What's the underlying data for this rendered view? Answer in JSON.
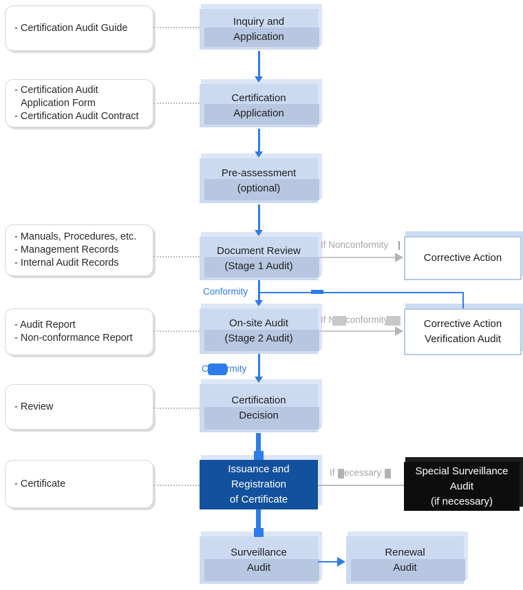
{
  "palette": {
    "accent_blue": "#2e7ceb",
    "flow_box_blue": "#ccdaf1",
    "flow_box_band": "#b8c7e1",
    "flow_box_back": "#dce6f6",
    "dark_blue": "#11519e",
    "black_box": "#0d0d0d",
    "branch_border_blue": "#b3cbe9",
    "gray_label": "#a6a6a6",
    "note_border": "#d7d7d7"
  },
  "notes": [
    {
      "lines": [
        "- Certification Audit Guide"
      ]
    },
    {
      "lines": [
        "- Certification Audit",
        "Application Form",
        "- Certification Audit Contract"
      ]
    },
    {
      "lines": [
        "- Manuals, Procedures, etc.",
        "- Management Records",
        "- Internal Audit Records"
      ]
    },
    {
      "lines": [
        "- Audit Report",
        "- Non-conformance Report"
      ]
    },
    {
      "lines": [
        "- Review"
      ]
    },
    {
      "lines": [
        "- Certificate"
      ]
    }
  ],
  "flow": [
    {
      "lines": [
        "Inquiry and",
        "Application"
      ]
    },
    {
      "lines": [
        "Certification",
        "Application"
      ]
    },
    {
      "lines": [
        "Pre-assessment",
        "(optional)"
      ]
    },
    {
      "lines": [
        "Document Review",
        "(Stage 1 Audit)"
      ]
    },
    {
      "lines": [
        "On-site Audit",
        "(Stage 2 Audit)"
      ]
    },
    {
      "lines": [
        "Certification",
        "Decision"
      ]
    },
    {
      "lines": [
        "Issuance and",
        "Registration",
        "of Certificate"
      ]
    },
    {
      "lines": [
        "Surveillance",
        "Audit"
      ]
    }
  ],
  "branches": {
    "corrective_action": {
      "lines": [
        "Corrective Action"
      ]
    },
    "corrective_action_verification": {
      "lines": [
        "Corrective Action",
        "Verification Audit"
      ]
    },
    "special_surveillance": {
      "lines": [
        "Special Surveillance",
        "Audit",
        "(if necessary)"
      ]
    },
    "renewal": {
      "lines": [
        "Renewal",
        "Audit"
      ]
    }
  },
  "edge_labels": {
    "if_nonconformity_1": "If Nonconformity",
    "if_nonconformity_2": "If Nonconformity",
    "conformity_1": "Conformity",
    "conformity_2": "Conformity",
    "if_necessary": "If Necessary"
  }
}
